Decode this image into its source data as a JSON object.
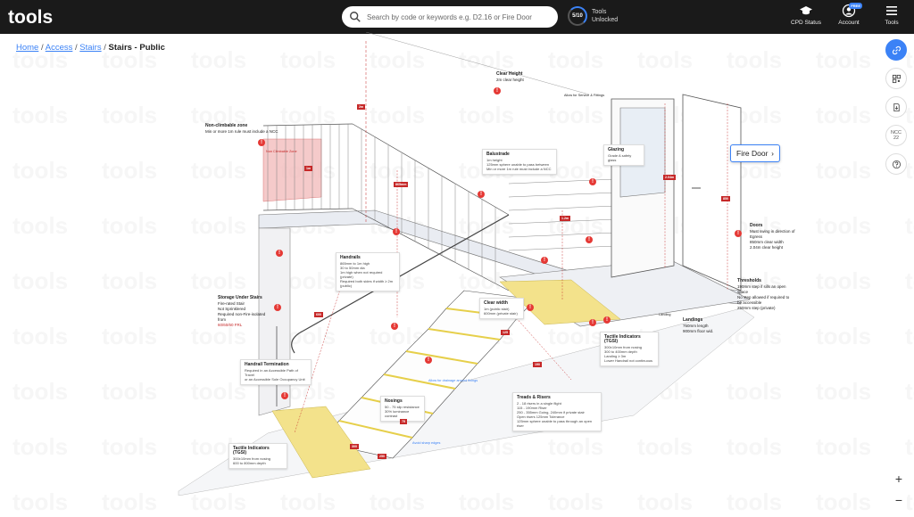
{
  "app": {
    "logo_text": "tools"
  },
  "search": {
    "placeholder": "Search by code or keywords e.g. D2.16 or Fire Door"
  },
  "unlock": {
    "count": "5/10",
    "line1": "Tools",
    "line2": "Unlocked"
  },
  "nav": {
    "cpd": "CPD Status",
    "account": "Account",
    "free_badge": "FREE",
    "tools": "Tools"
  },
  "breadcrumb": {
    "home": "Home",
    "access": "Access",
    "stairs": "Stairs",
    "current": "Stairs - Public",
    "sep": "/"
  },
  "side": {
    "ncc_line1": "NCC",
    "ncc_line2": "22"
  },
  "fire_door": {
    "label": "Fire Door",
    "chevron": "›"
  },
  "zoom": {
    "plus": "+",
    "minus": "−"
  },
  "diagram": {
    "clear_height": {
      "title": "Clear Height",
      "line1": "2m clear height"
    },
    "service_note": "Allow for Service & Fittings",
    "non_climbable": {
      "title": "Non-climbable zone",
      "line1": "Min or more 1m rule must include a NCC"
    },
    "non_climbable_tag": "Non Climbable Zone",
    "balustrade": {
      "title": "Balustrade",
      "line1": "1m height",
      "line2": "125mm sphere unable to pass between",
      "line3": "Min or more 1m rule must include a NCC"
    },
    "glazing": {
      "title": "Glazing",
      "line1": "Grade A safety glass"
    },
    "doors": {
      "title": "Doors",
      "line1": "Must swing in direction of Egress",
      "line2": "850mm clear width",
      "line3": "2.04m clear height"
    },
    "handrails": {
      "title": "Handrails",
      "line1": "865mm to 1m high",
      "line2": "30 to 50mm dia",
      "line3": "1m high when not required (private)",
      "line4": "Required both sides if width ≥ 2m (public)"
    },
    "clear_width": {
      "title": "Clear width",
      "line1": "1m (public stair)",
      "line2": "600mm (private stair)"
    },
    "storage": {
      "title": "Storage Under Stairs",
      "line1": "Fire-rated Stair",
      "line2": "Not Sprinklered",
      "line3": "Required non-Fire-isolated from",
      "line4": "60/60/60 FRL"
    },
    "termination": {
      "title": "Handrail Termination",
      "line1": "Required in an Accessible Path of Travel",
      "line2": "or an Accessible Sole Occupancy Unit"
    },
    "tgsi_top": {
      "title": "Tactile Indicators (TGSI)",
      "line1": "300±10mm from nosing",
      "line2": "300 to 400mm depth",
      "line3": "Landing ≥ 3m",
      "line4": "Lower Handrail not continuous"
    },
    "landings": {
      "title": "Landings",
      "line1": "750mm length",
      "line2": "900mm floor wid."
    },
    "nosings": {
      "title": "Nosings",
      "line1": "50 - 75 slip resistance",
      "line2": "30% luminance contrast"
    },
    "treads": {
      "title": "Treads & Risers",
      "line1": "2 - 18 risers in a single flight",
      "line2": "115 - 190mm Riser",
      "line3": "250 - 355mm Going, 240mm if private stair",
      "line4": "Open risers 125mm Tolerance",
      "line5": "125mm sphere unable to pass through an open riser"
    },
    "tgsi_bottom": {
      "title": "Tactile Indicators (TGSI)",
      "line1": "300±10mm from nosing",
      "line2": "600 to 800mm depth"
    },
    "thresholds": {
      "title": "Thresholds",
      "line1": "190mm step if sills an open space",
      "line2": "No step allowed if required to be accessible",
      "line3": "250mm step (private)"
    },
    "landing_word": "Landing",
    "drainage": "Allow for drainage around fixings",
    "avoid_edges": "Avoid sharp edges",
    "m_2": "2m",
    "m_1": "1m",
    "m_865": "865mm",
    "m_600": "600",
    "m_1_2": "1.2m",
    "m_2_04": "2.04m",
    "m_850": "850",
    "m_125": "125",
    "m_190": "190",
    "m_250": "250",
    "m_300": "300",
    "m_75": "75"
  },
  "colors": {
    "topbar": "#1a1a1a",
    "accent": "#3b82f6",
    "warn": "#e53935",
    "zone": "#f2b8b8",
    "tactile": "#f3e28b"
  }
}
